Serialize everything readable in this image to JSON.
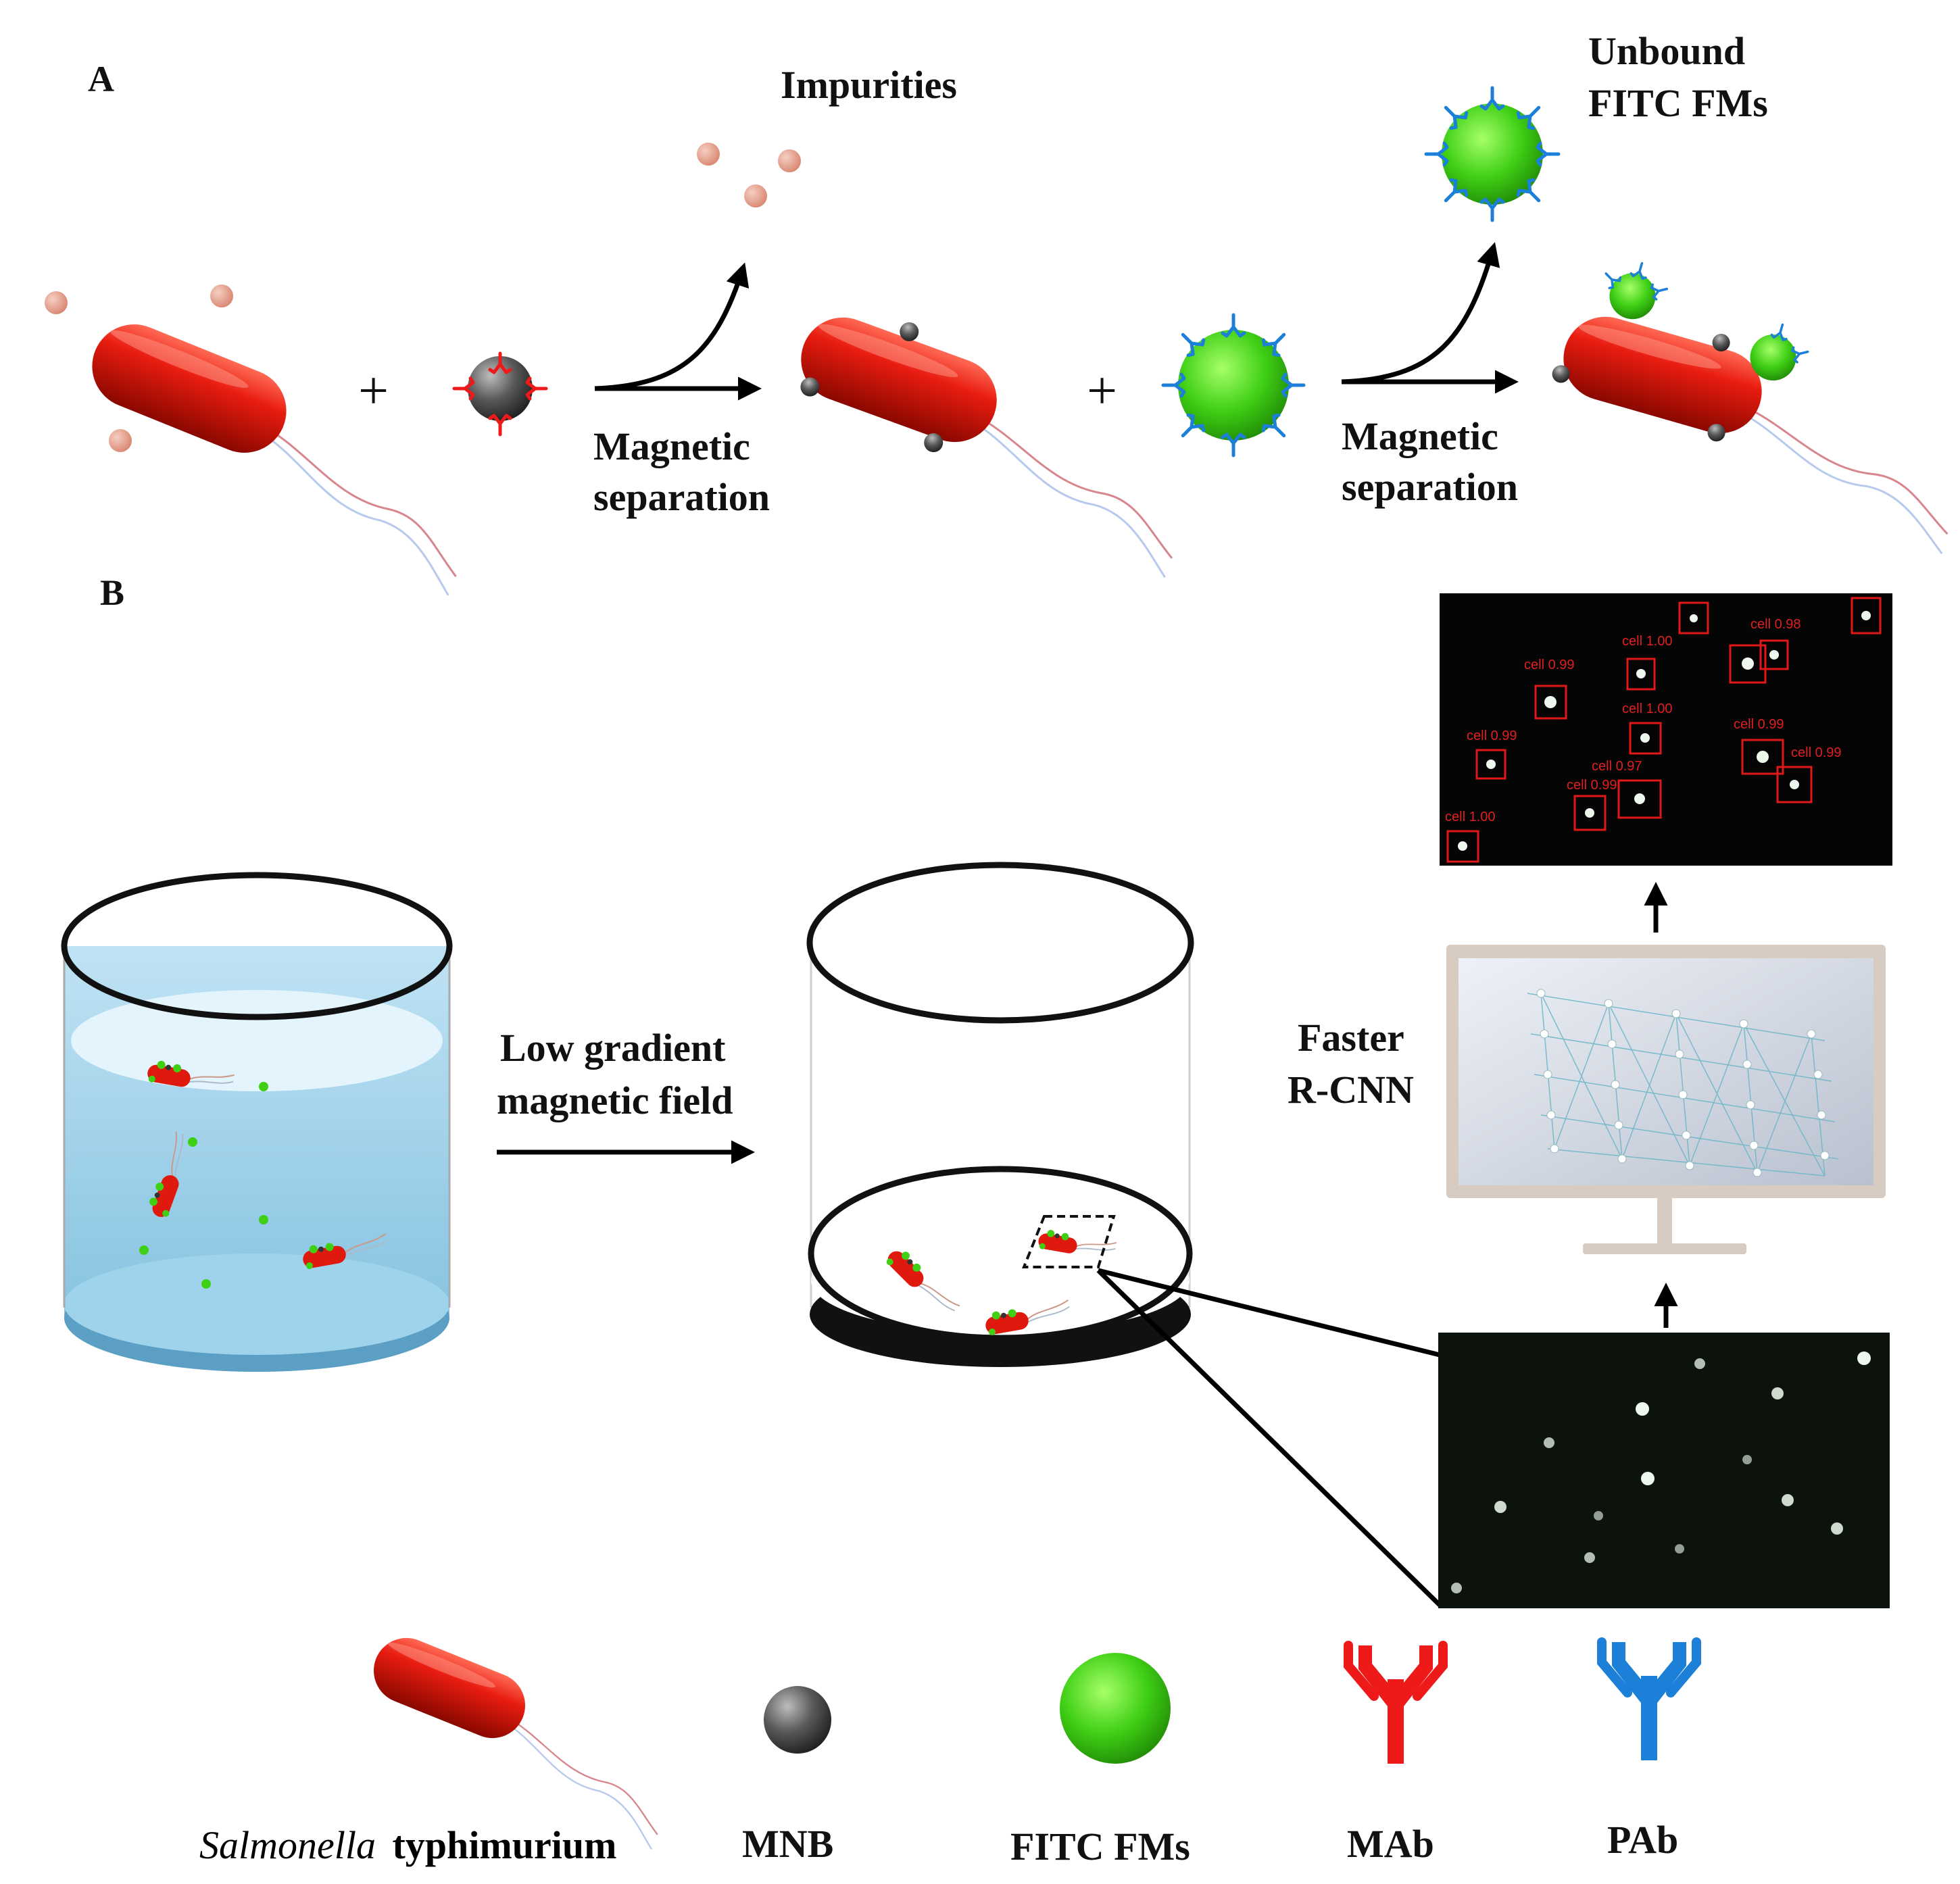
{
  "panels": {
    "a": "A",
    "b": "B"
  },
  "panel_a": {
    "impurities_label": "Impurities",
    "unbound_line1": "Unbound",
    "unbound_line2": "FITC FMs",
    "plus": "+",
    "sep1_line1": "Magnetic",
    "sep1_line2": "separation",
    "sep2_line1": "Magnetic",
    "sep2_line2": "separation"
  },
  "panel_b": {
    "field_line1": "Low gradient",
    "field_line2": "magnetic field",
    "cnn_line1": "Faster",
    "cnn_line2": "R-CNN",
    "detections": [
      "cell 0.99",
      "cell 1.00",
      "cell 0.98",
      "cell 0.99",
      "cell 1.00",
      "cell 0.99",
      "cell 0.97",
      "cell 0.99",
      "cell 0.99",
      "cell 1.00"
    ]
  },
  "legend": {
    "salmonella_italic": "Salmonella",
    "salmonella_rest": "typhimurium",
    "mnb": "MNB",
    "fitc": "FITC FMs",
    "mab": "MAb",
    "pab": "PAb"
  },
  "colors": {
    "bacteria": "#e0190e",
    "mnb": "#555555",
    "fitc": "#3fcf15",
    "mab": "#ee1a1a",
    "pab": "#1c7fd8",
    "impurity": "#e7a08e",
    "water": "#8fcbe8"
  }
}
